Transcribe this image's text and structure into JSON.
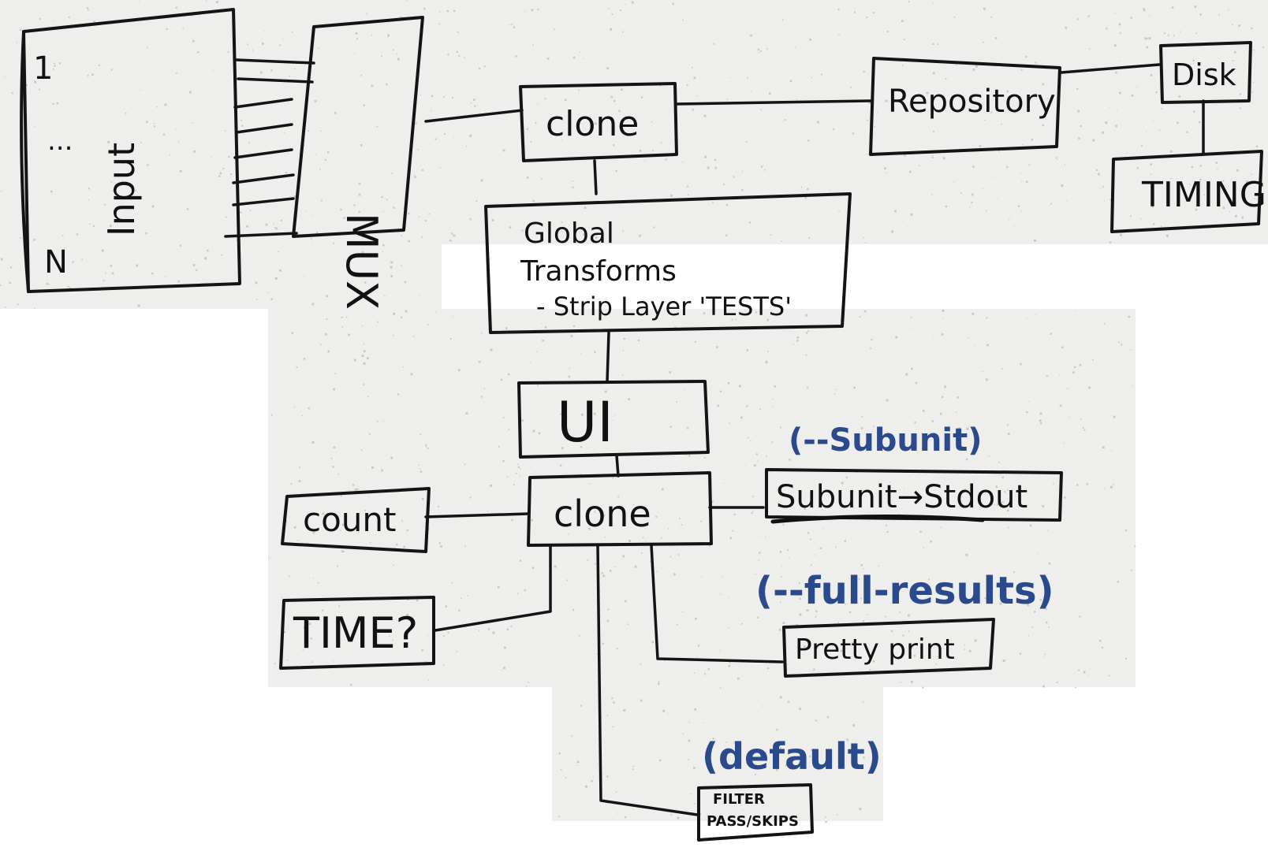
{
  "input": {
    "label": "Input",
    "marks": [
      "1",
      "...",
      "N"
    ]
  },
  "mux": {
    "label": "MUX"
  },
  "clone_top": {
    "label": "clone"
  },
  "repository": {
    "label": "Repository"
  },
  "disk": {
    "label": "Disk"
  },
  "timing": {
    "label": "TIMING"
  },
  "global_transforms": {
    "lines": [
      "Global",
      "Transforms",
      "- Strip Layer 'TESTS'"
    ]
  },
  "ui": {
    "label": "UI"
  },
  "clone_bottom": {
    "label": "clone"
  },
  "count": {
    "label": "count"
  },
  "time": {
    "label": "TIME?"
  },
  "subunit_stdout": {
    "label": "Subunit→Stdout",
    "note": "(--Subunit)"
  },
  "pretty_print": {
    "label": "Pretty print",
    "note": "(--full-results)"
  },
  "filter": {
    "lines": [
      "FILTER",
      "PASS/SKIPS"
    ],
    "note": "(default)"
  },
  "colors": {
    "ink": "#141414",
    "annotation": "#2b4a8c",
    "paper": "#eeeeec"
  }
}
